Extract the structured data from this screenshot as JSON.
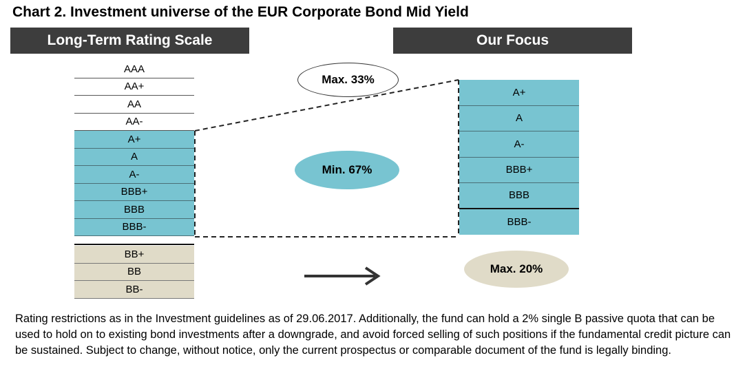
{
  "title": "Chart 2. Investment universe of the EUR Corporate Bond Mid Yield",
  "headers": {
    "left": "Long-Term Rating Scale",
    "right": "Our Focus"
  },
  "rating_scale": {
    "white": [
      "AAA",
      "AA+",
      "AA",
      "AA-"
    ],
    "blue": [
      "A+",
      "A",
      "A-",
      "BBB+",
      "BBB",
      "BBB-"
    ],
    "beige": [
      "BB+",
      "BB",
      "BB-"
    ]
  },
  "focus": [
    "A+",
    "A",
    "A-",
    "BBB+",
    "BBB",
    "BBB-"
  ],
  "labels": {
    "max33": "Max. 33%",
    "min67": "Min. 67%",
    "max20": "Max. 20%"
  },
  "colors": {
    "blue": "#78c4d1",
    "beige": "#e0dbc8",
    "header": "#3d3d3d"
  },
  "note": "Rating restrictions as in the Investment guidelines as of 29.06.2017. Additionally, the fund can hold a 2% single B passive quota that can be used to hold on to existing bond investments after a downgrade, and avoid forced selling of such positions if the fundamental credit picture can be sustained. Subject to change, without notice, only the current prospectus or comparable document of the fund is legally binding."
}
